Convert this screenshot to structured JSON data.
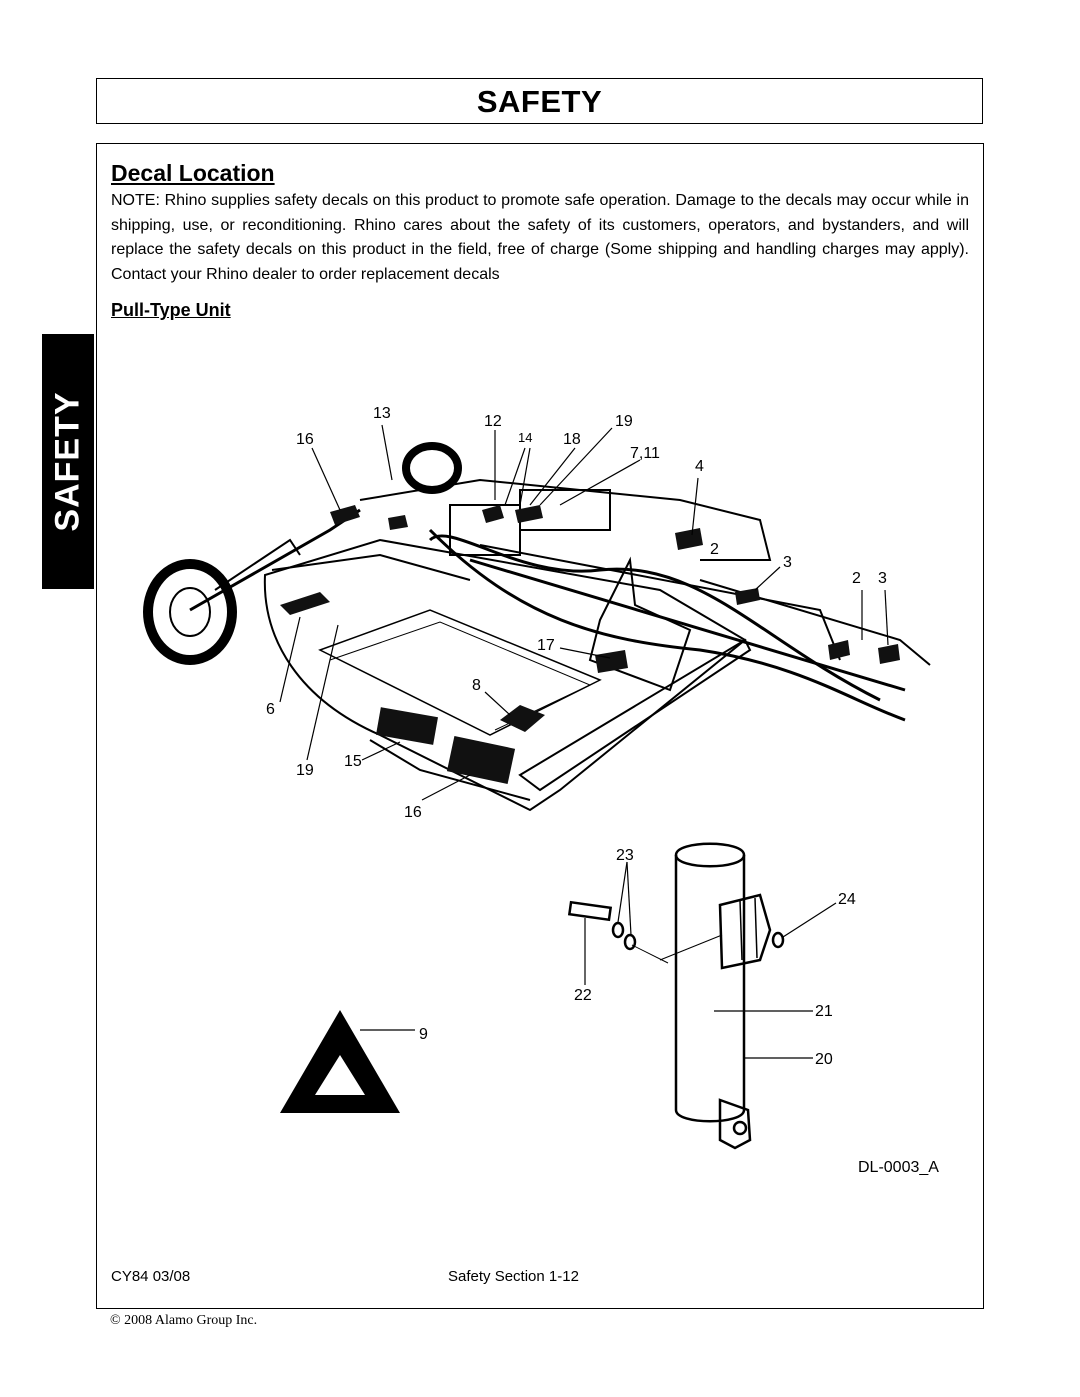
{
  "header": {
    "title": "SAFETY"
  },
  "side_tab": {
    "label": "SAFETY"
  },
  "section": {
    "title": "Decal Location",
    "note": "NOTE:  Rhino supplies safety decals on this product to promote safe operation. Damage to the decals may occur while in shipping, use, or reconditioning. Rhino cares about the safety of its customers, operators, and bystanders, and will replace the safety decals on this product in the field, free of charge (Some shipping and handling charges may apply). Contact your Rhino dealer to order replacement decals",
    "subsection_title": "Pull-Type Unit"
  },
  "figure": {
    "callouts": [
      "13",
      "12",
      "19",
      "16",
      "14",
      "18",
      "7,11",
      "4",
      "2",
      "3",
      "2",
      "3",
      "17",
      "8",
      "6",
      "19",
      "15",
      "16",
      "23",
      "24",
      "22",
      "21",
      "9",
      "20"
    ],
    "figure_id": "DL-0003_A"
  },
  "footer": {
    "model_date": "CY84   03/08",
    "page_ref": "Safety Section 1-12",
    "copyright": "© 2008 Alamo Group Inc."
  }
}
